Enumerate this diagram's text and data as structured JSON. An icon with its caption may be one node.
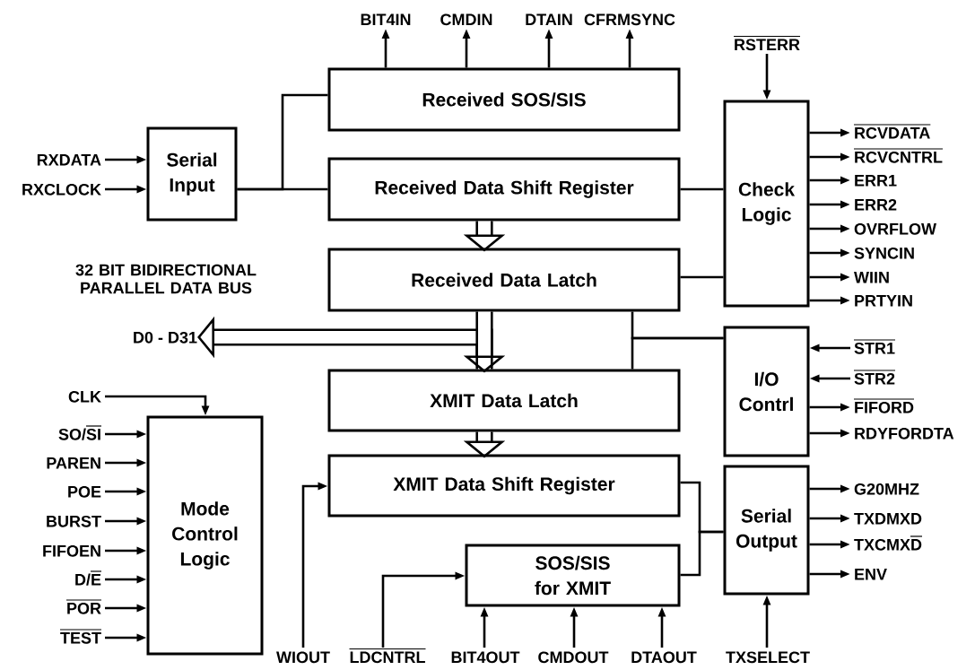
{
  "diagram": {
    "nodes": [
      {
        "text": [
          "BIT4IN"
        ]
      },
      {
        "text": [
          "CMDIN"
        ]
      },
      {
        "text": [
          "DTAIN"
        ]
      },
      {
        "text": [
          "CFRMSYNC"
        ]
      },
      {
        "text": [
          "RSTERR"
        ]
      },
      {
        "text": [
          "Received SOS/SIS"
        ]
      },
      {
        "text": [
          "Serial Input"
        ]
      },
      {
        "text": [
          "RXDATA"
        ]
      },
      {
        "text": [
          "RXCLOCK"
        ]
      },
      {
        "text": [
          "Received Data Shift Register"
        ]
      },
      {
        "text": [
          "Check Logic"
        ]
      },
      {
        "text": [
          "RCVDATA"
        ]
      },
      {
        "text": [
          "RCVCNTRL"
        ]
      },
      {
        "text": [
          "ERR1"
        ]
      },
      {
        "text": [
          "ERR2"
        ]
      },
      {
        "text": [
          "OVRFLOW"
        ]
      },
      {
        "text": [
          "SYNCIN"
        ]
      },
      {
        "text": [
          "WIIN"
        ]
      },
      {
        "text": [
          "PRTYIN"
        ]
      },
      {
        "text": [
          "Received Data Latch"
        ]
      },
      {
        "text": [
          "D0 - D31"
        ]
      },
      {
        "text": [
          "I/O Contrl"
        ]
      },
      {
        "text": [
          "STR1"
        ]
      },
      {
        "text": [
          "STR2"
        ]
      },
      {
        "text": [
          "FIFORD"
        ]
      },
      {
        "text": [
          "RDYFORDTA"
        ]
      },
      {
        "text": [
          "CLK"
        ]
      },
      {
        "text": [
          "XMIT Data Latch"
        ]
      },
      {
        "text": [
          "Mode Control Logic"
        ]
      },
      {
        "text": [
          "SO/SI"
        ]
      },
      {
        "text": [
          "PAREN"
        ]
      },
      {
        "text": [
          "POE"
        ]
      },
      {
        "text": [
          "BURST"
        ]
      },
      {
        "text": [
          "FIFOEN"
        ]
      },
      {
        "text": [
          "D/E"
        ]
      },
      {
        "text": [
          "POR"
        ]
      },
      {
        "text": [
          "TEST"
        ]
      },
      {
        "text": [
          "XMIT Data Shift Register"
        ]
      },
      {
        "text": [
          "Serial Output"
        ]
      },
      {
        "text": [
          "G20MHZ"
        ]
      },
      {
        "text": [
          "TXDMXD"
        ]
      },
      {
        "text": [
          "TXCMXD"
        ]
      },
      {
        "text": [
          "ENV"
        ]
      },
      {
        "text": [
          "SOS/SIS for XMIT"
        ]
      },
      {
        "text": [
          "WIOUT"
        ]
      },
      {
        "text": [
          "LDCNTRL"
        ]
      },
      {
        "text": [
          "BIT4OUT"
        ]
      },
      {
        "text": [
          "CMDOUT"
        ]
      },
      {
        "text": [
          "DTAOUT"
        ]
      },
      {
        "text": [
          "TXSELECT"
        ]
      }
    ],
    "edges": [
      {
        "from": 5,
        "to": 0,
        "arrow": "to"
      },
      {
        "from": 5,
        "to": 1,
        "arrow": "to"
      },
      {
        "from": 5,
        "to": 2,
        "arrow": "to"
      },
      {
        "from": 5,
        "to": 3,
        "arrow": "to"
      },
      {
        "from": 4,
        "to": 10,
        "arrow": "to"
      },
      {
        "from": 7,
        "to": 6,
        "arrow": "to"
      },
      {
        "from": 8,
        "to": 6,
        "arrow": "to"
      },
      {
        "from": 6,
        "to": 9,
        "arrow": "none"
      },
      {
        "from": 6,
        "to": 5,
        "arrow": "none"
      },
      {
        "from": 9,
        "to": 10,
        "arrow": "none"
      },
      {
        "from": 10,
        "to": 11,
        "arrow": "to"
      },
      {
        "from": 10,
        "to": 12,
        "arrow": "to"
      },
      {
        "from": 10,
        "to": 13,
        "arrow": "to"
      },
      {
        "from": 10,
        "to": 14,
        "arrow": "to"
      },
      {
        "from": 10,
        "to": 15,
        "arrow": "to"
      },
      {
        "from": 10,
        "to": 16,
        "arrow": "to"
      },
      {
        "from": 10,
        "to": 17,
        "arrow": "to"
      },
      {
        "from": 10,
        "to": 18,
        "arrow": "to"
      },
      {
        "from": 9,
        "to": 19,
        "arrow": "to",
        "style": "thick"
      },
      {
        "from": 19,
        "to": 10,
        "arrow": "none"
      },
      {
        "from": 19,
        "to": 27,
        "arrow": "to",
        "style": "thick"
      },
      {
        "from": 27,
        "to": 20,
        "arrow": "to",
        "style": "thick"
      },
      {
        "from": 21,
        "to": 19,
        "arrow": "none"
      },
      {
        "from": 21,
        "to": 27,
        "arrow": "none"
      },
      {
        "from": 22,
        "to": 21,
        "arrow": "to"
      },
      {
        "from": 23,
        "to": 21,
        "arrow": "to"
      },
      {
        "from": 21,
        "to": 24,
        "arrow": "to"
      },
      {
        "from": 21,
        "to": 25,
        "arrow": "to"
      },
      {
        "from": 26,
        "to": 28,
        "arrow": "to"
      },
      {
        "from": 29,
        "to": 28,
        "arrow": "to"
      },
      {
        "from": 30,
        "to": 28,
        "arrow": "to"
      },
      {
        "from": 31,
        "to": 28,
        "arrow": "to"
      },
      {
        "from": 32,
        "to": 28,
        "arrow": "to"
      },
      {
        "from": 33,
        "to": 28,
        "arrow": "to"
      },
      {
        "from": 34,
        "to": 28,
        "arrow": "to"
      },
      {
        "from": 35,
        "to": 28,
        "arrow": "to"
      },
      {
        "from": 36,
        "to": 28,
        "arrow": "to"
      },
      {
        "from": 27,
        "to": 37,
        "arrow": "to",
        "style": "thick"
      },
      {
        "from": 37,
        "to": 38,
        "arrow": "none"
      },
      {
        "from": 43,
        "to": 38,
        "arrow": "none"
      },
      {
        "from": 38,
        "to": 39,
        "arrow": "to"
      },
      {
        "from": 38,
        "to": 40,
        "arrow": "to"
      },
      {
        "from": 38,
        "to": 41,
        "arrow": "to"
      },
      {
        "from": 38,
        "to": 42,
        "arrow": "to"
      },
      {
        "from": 49,
        "to": 38,
        "arrow": "to"
      },
      {
        "from": 44,
        "to": 37,
        "arrow": "to"
      },
      {
        "from": 45,
        "to": 43,
        "arrow": "to"
      },
      {
        "from": 46,
        "to": 43,
        "arrow": "to"
      },
      {
        "from": 47,
        "to": 43,
        "arrow": "to"
      },
      {
        "from": 48,
        "to": 43,
        "arrow": "to"
      }
    ],
    "labels": [
      "32 BIT BIDIRECTIONAL PARALLEL DATA BUS"
    ]
  }
}
